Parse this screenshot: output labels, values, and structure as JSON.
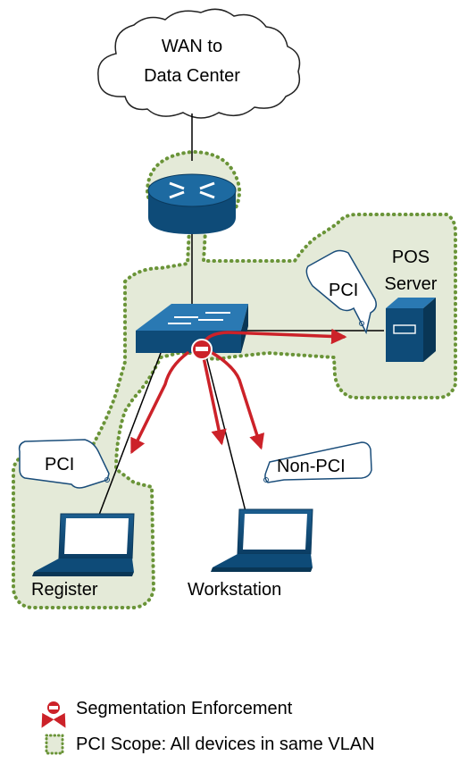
{
  "cloud": {
    "label_line1": "WAN to",
    "label_line2": "Data Center"
  },
  "pos": {
    "label_line1": "POS",
    "label_line2": "Server",
    "tag": "PCI"
  },
  "register": {
    "label": "Register",
    "tag": "PCI"
  },
  "workstation": {
    "label": "Workstation",
    "tag": "Non-PCI"
  },
  "legend": {
    "segmentation": "Segmentation Enforcement",
    "scope": "PCI Scope: All devices in same VLAN"
  },
  "colors": {
    "device_blue": "#0e4b78",
    "scope_fill": "#e4ead8",
    "scope_dots": "#6a9438",
    "arrow_red": "#cc2229"
  }
}
